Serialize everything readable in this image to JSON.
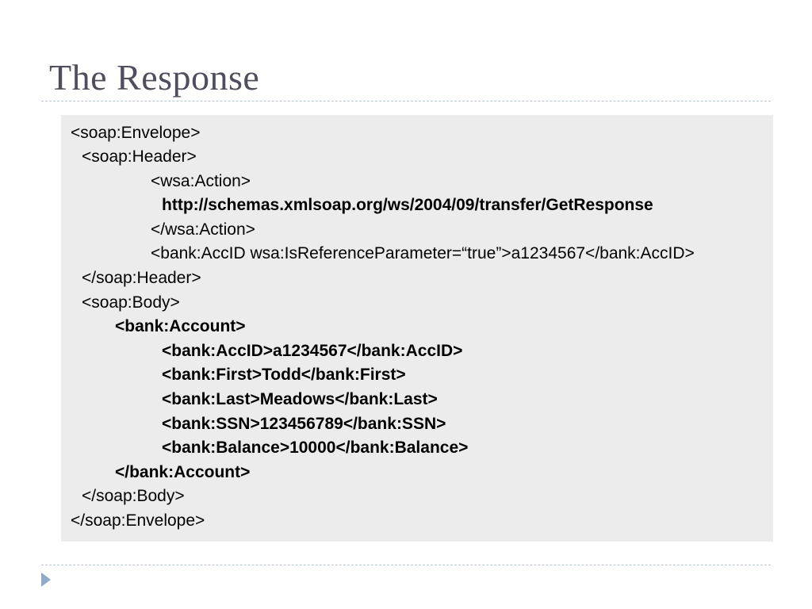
{
  "slide": {
    "title": "The Response"
  },
  "code": {
    "lines": [
      "<soap:Envelope>",
      "<soap:Header>",
      "<wsa:Action>",
      "http://schemas.xmlsoap.org/ws/2004/09/transfer/GetResponse",
      "</wsa:Action>",
      "<bank:AccID wsa:IsReferenceParameter=“true”>a1234567</bank:AccID>",
      "</soap:Header>",
      "<soap:Body>",
      "<bank:Account>",
      "<bank:AccID>a1234567</bank:AccID>",
      "<bank:First>Todd</bank:First>",
      "<bank:Last>Meadows</bank:Last>",
      "<bank:SSN>123456789</bank:SSN>",
      "<bank:Balance>10000</bank:Balance>",
      "</bank:Account>",
      "</soap:Body>",
      "</soap:Envelope>"
    ]
  },
  "theme": {
    "title_color": "#4e4e5c",
    "code_background": "#ececec",
    "divider_color": "#b8c4cc",
    "bullet_color": "#8eaac8"
  }
}
